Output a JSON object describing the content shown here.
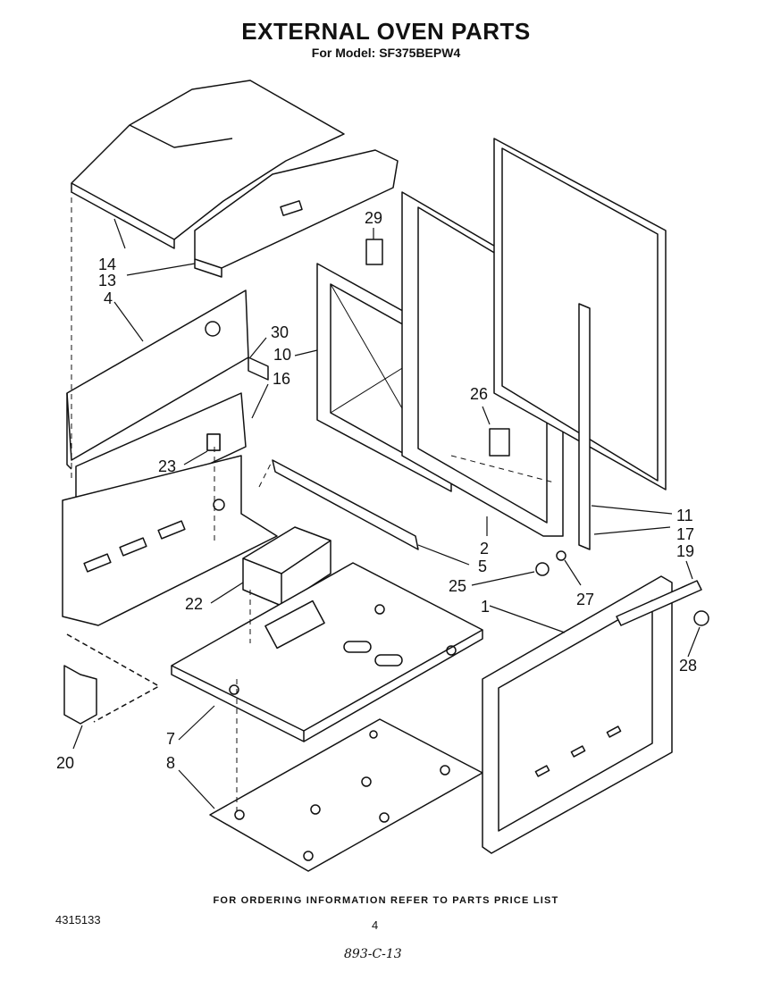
{
  "header": {
    "title": "EXTERNAL OVEN PARTS",
    "model": "For Model: SF375BEPW4"
  },
  "footer": {
    "ordering_note": "FOR ORDERING INFORMATION REFER TO PARTS PRICE LIST",
    "doc_number": "4315133",
    "page_number": "4",
    "handwritten_note": "893-C-13"
  },
  "part_labels": {
    "p14": "14",
    "p13": "13",
    "p4": "4",
    "p29": "29",
    "p30": "30",
    "p10": "10",
    "p16": "16",
    "p23": "23",
    "p26": "26",
    "p22": "22",
    "p2": "2",
    "p5": "5",
    "p25": "25",
    "p27": "27",
    "p11": "11",
    "p17": "17",
    "p19": "19",
    "p1": "1",
    "p28": "28",
    "p7": "7",
    "p8": "8",
    "p20": "20"
  },
  "colors": {
    "ink": "#111111",
    "paper": "#ffffff"
  }
}
